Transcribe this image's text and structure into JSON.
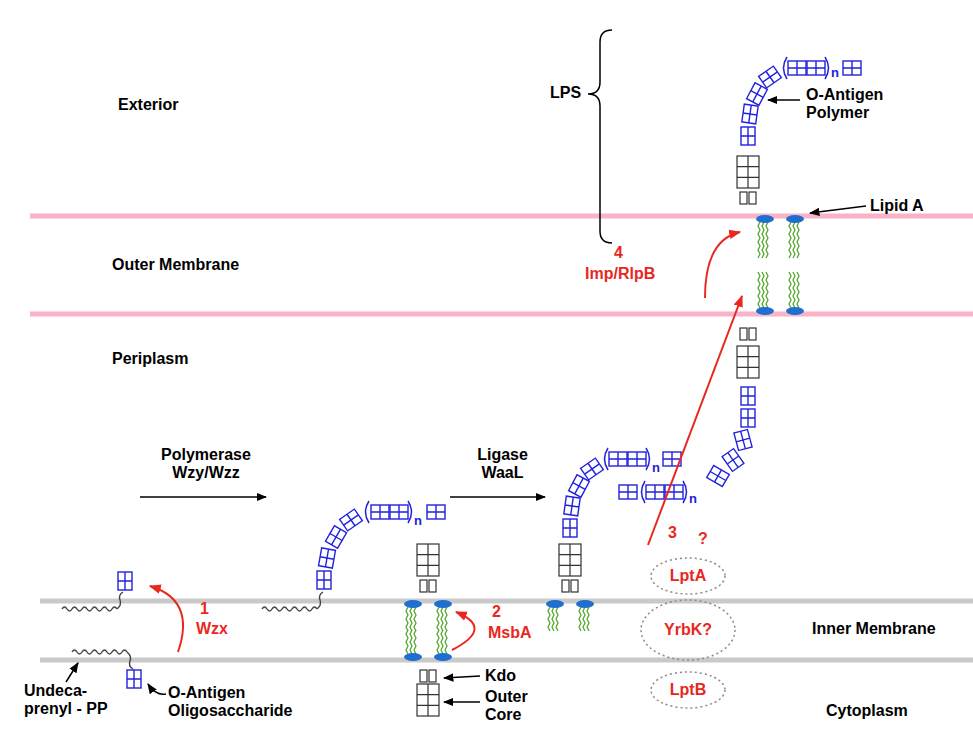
{
  "diagram": {
    "nodes": [
      {
        "text": [
          "LptA"
        ]
      },
      {
        "text": [
          "YrbK?"
        ]
      },
      {
        "text": [
          "LptB"
        ]
      }
    ],
    "labels": [
      "LPS",
      "n",
      "O-Antigen Polymer",
      "Exterior",
      "Lipid A",
      "4",
      "Imp/RlpB",
      "Outer Membrane",
      "Periplasm",
      "Polymerase Wzy/Wzz",
      "Ligase WaaL",
      "n",
      "n",
      "n",
      "3",
      "?",
      "1",
      "Wzx",
      "2",
      "MsbA",
      "Inner Membrane",
      "Kdo",
      "Undeca- prenyl - PP",
      "O-Antigen Oligosaccharide",
      "Outer Core",
      "Cytoplasm"
    ]
  }
}
